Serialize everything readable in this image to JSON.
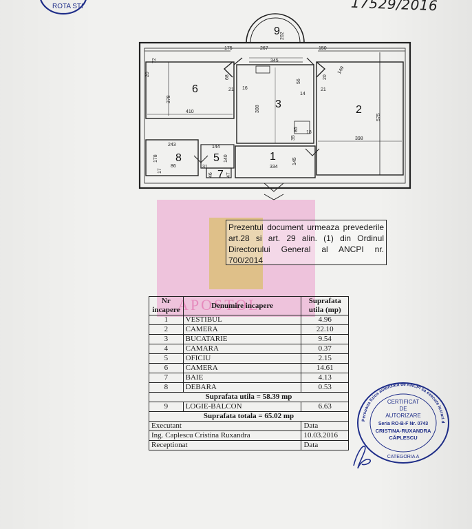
{
  "document": {
    "handwritten_number": "17529/2016",
    "notice_text": "Prezentul document urmeaza prevederile art.28 si art. 29 alin. (1) din Ordinul Directorului General al ANCPI nr. 700/2014"
  },
  "floorplan": {
    "room_numbers": [
      "1",
      "2",
      "3",
      "5",
      "6",
      "7",
      "8",
      "9"
    ],
    "dimensions": {
      "d175": "175",
      "d267": "267",
      "d202": "202",
      "d150": "150",
      "d345": "345",
      "d72": "72",
      "d378": "378",
      "d410": "410",
      "d308": "308",
      "d575": "575",
      "d398": "398",
      "d243": "243",
      "d178": "178",
      "d86": "86",
      "d144": "144",
      "d140": "140",
      "d334": "334",
      "d145": "145",
      "d149": "149",
      "d16": "16",
      "d14": "14",
      "d85": "85",
      "d35": "35",
      "d31": "31",
      "d47": "47",
      "d17": "17",
      "d46": "46",
      "d21a": "21",
      "d21b": "21",
      "d68": "68",
      "d20a": "20",
      "d20b": "20",
      "d56": "56",
      "d18": "18"
    }
  },
  "watermark": {
    "text": "APOSTOL"
  },
  "table": {
    "header": {
      "nr": "Nr incapere",
      "name": "Denumire incapere",
      "area": "Suprafata utila (mp)"
    },
    "rooms": [
      {
        "nr": "1",
        "name": "VESTIBUL",
        "area": "4.96"
      },
      {
        "nr": "2",
        "name": "CAMERA",
        "area": "22.10"
      },
      {
        "nr": "3",
        "name": "BUCATARIE",
        "area": "9.54"
      },
      {
        "nr": "4",
        "name": "CAMARA",
        "area": "0.37"
      },
      {
        "nr": "5",
        "name": "OFICIU",
        "area": "2.15"
      },
      {
        "nr": "6",
        "name": "CAMERA",
        "area": "14.61"
      },
      {
        "nr": "7",
        "name": "BAIE",
        "area": "4.13"
      },
      {
        "nr": "8",
        "name": "DEBARA",
        "area": "0.53"
      }
    ],
    "useful_total": "Suprafata utila = 58.39 mp",
    "balcony": {
      "nr": "9",
      "name": "LOGIE-BALCON",
      "area": "6.63"
    },
    "grand_total": "Suprafata totala = 65.02 mp",
    "signatures": {
      "executant_label": "Executant",
      "executant_date_label": "Data",
      "executant_name": "Ing. Caplescu Cristina Ruxandra",
      "executant_date": "10.03.2016",
      "receptionat_label": "Receptionat",
      "receptionat_date_label": "Data"
    }
  },
  "stamps": {
    "topleft_text": "ROTA STI",
    "round_outer": "Persoana fizica autorizata de ANCPI sa execute lucrari de cadastru, geodezie si cartografie",
    "round_center": [
      "CERTIFICAT",
      "DE",
      "AUTORIZARE",
      "Seria RO-B-F Nr. 0743",
      "CRISTINA-RUXANDRA",
      "CĂPLESCU"
    ],
    "round_bottom": "CATEGORIA A"
  },
  "colors": {
    "ink": "#1a1a1a",
    "stamp_blue": "#1f2e8a",
    "watermark_pink": "#e978be",
    "watermark_gold": "#d4be46",
    "paper": "#f1f1ef"
  }
}
